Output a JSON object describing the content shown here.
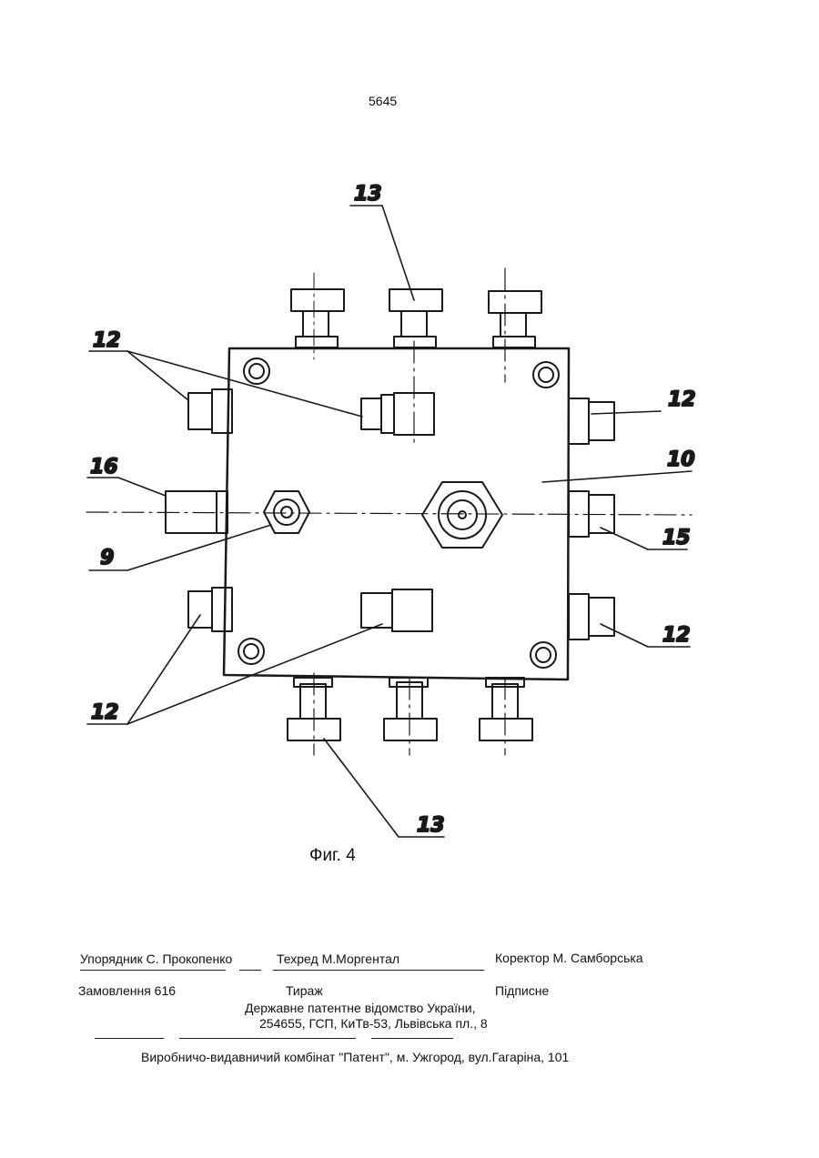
{
  "page_number": "5645",
  "figure": {
    "caption": "Фиг.  4",
    "labels": {
      "l13_top": "13",
      "l12_top_left": "12",
      "l12_top_right": "12",
      "l16": "16",
      "l10": "10",
      "l9": "9",
      "l15": "15",
      "l12_bottom_right": "12",
      "l12_bottom_left": "12",
      "l13_bottom": "13"
    }
  },
  "footer": {
    "compiler": "Упорядник С. Прокопенко",
    "techred": "Техред М.Моргентал",
    "corrector": "Коректор М. Самборська",
    "order": "Замовлення 616",
    "circulation": "Тираж",
    "subscription": "Підписне",
    "office_line1": "Державне  патентне  відомство України,",
    "office_line2": "254655, ГСП, КиТв-53, Львівська пл., 8",
    "publisher": "Виробничо-видавничий комбінат   \"Патент\", м. Ужгород, вул.Гагаріна, 101"
  }
}
